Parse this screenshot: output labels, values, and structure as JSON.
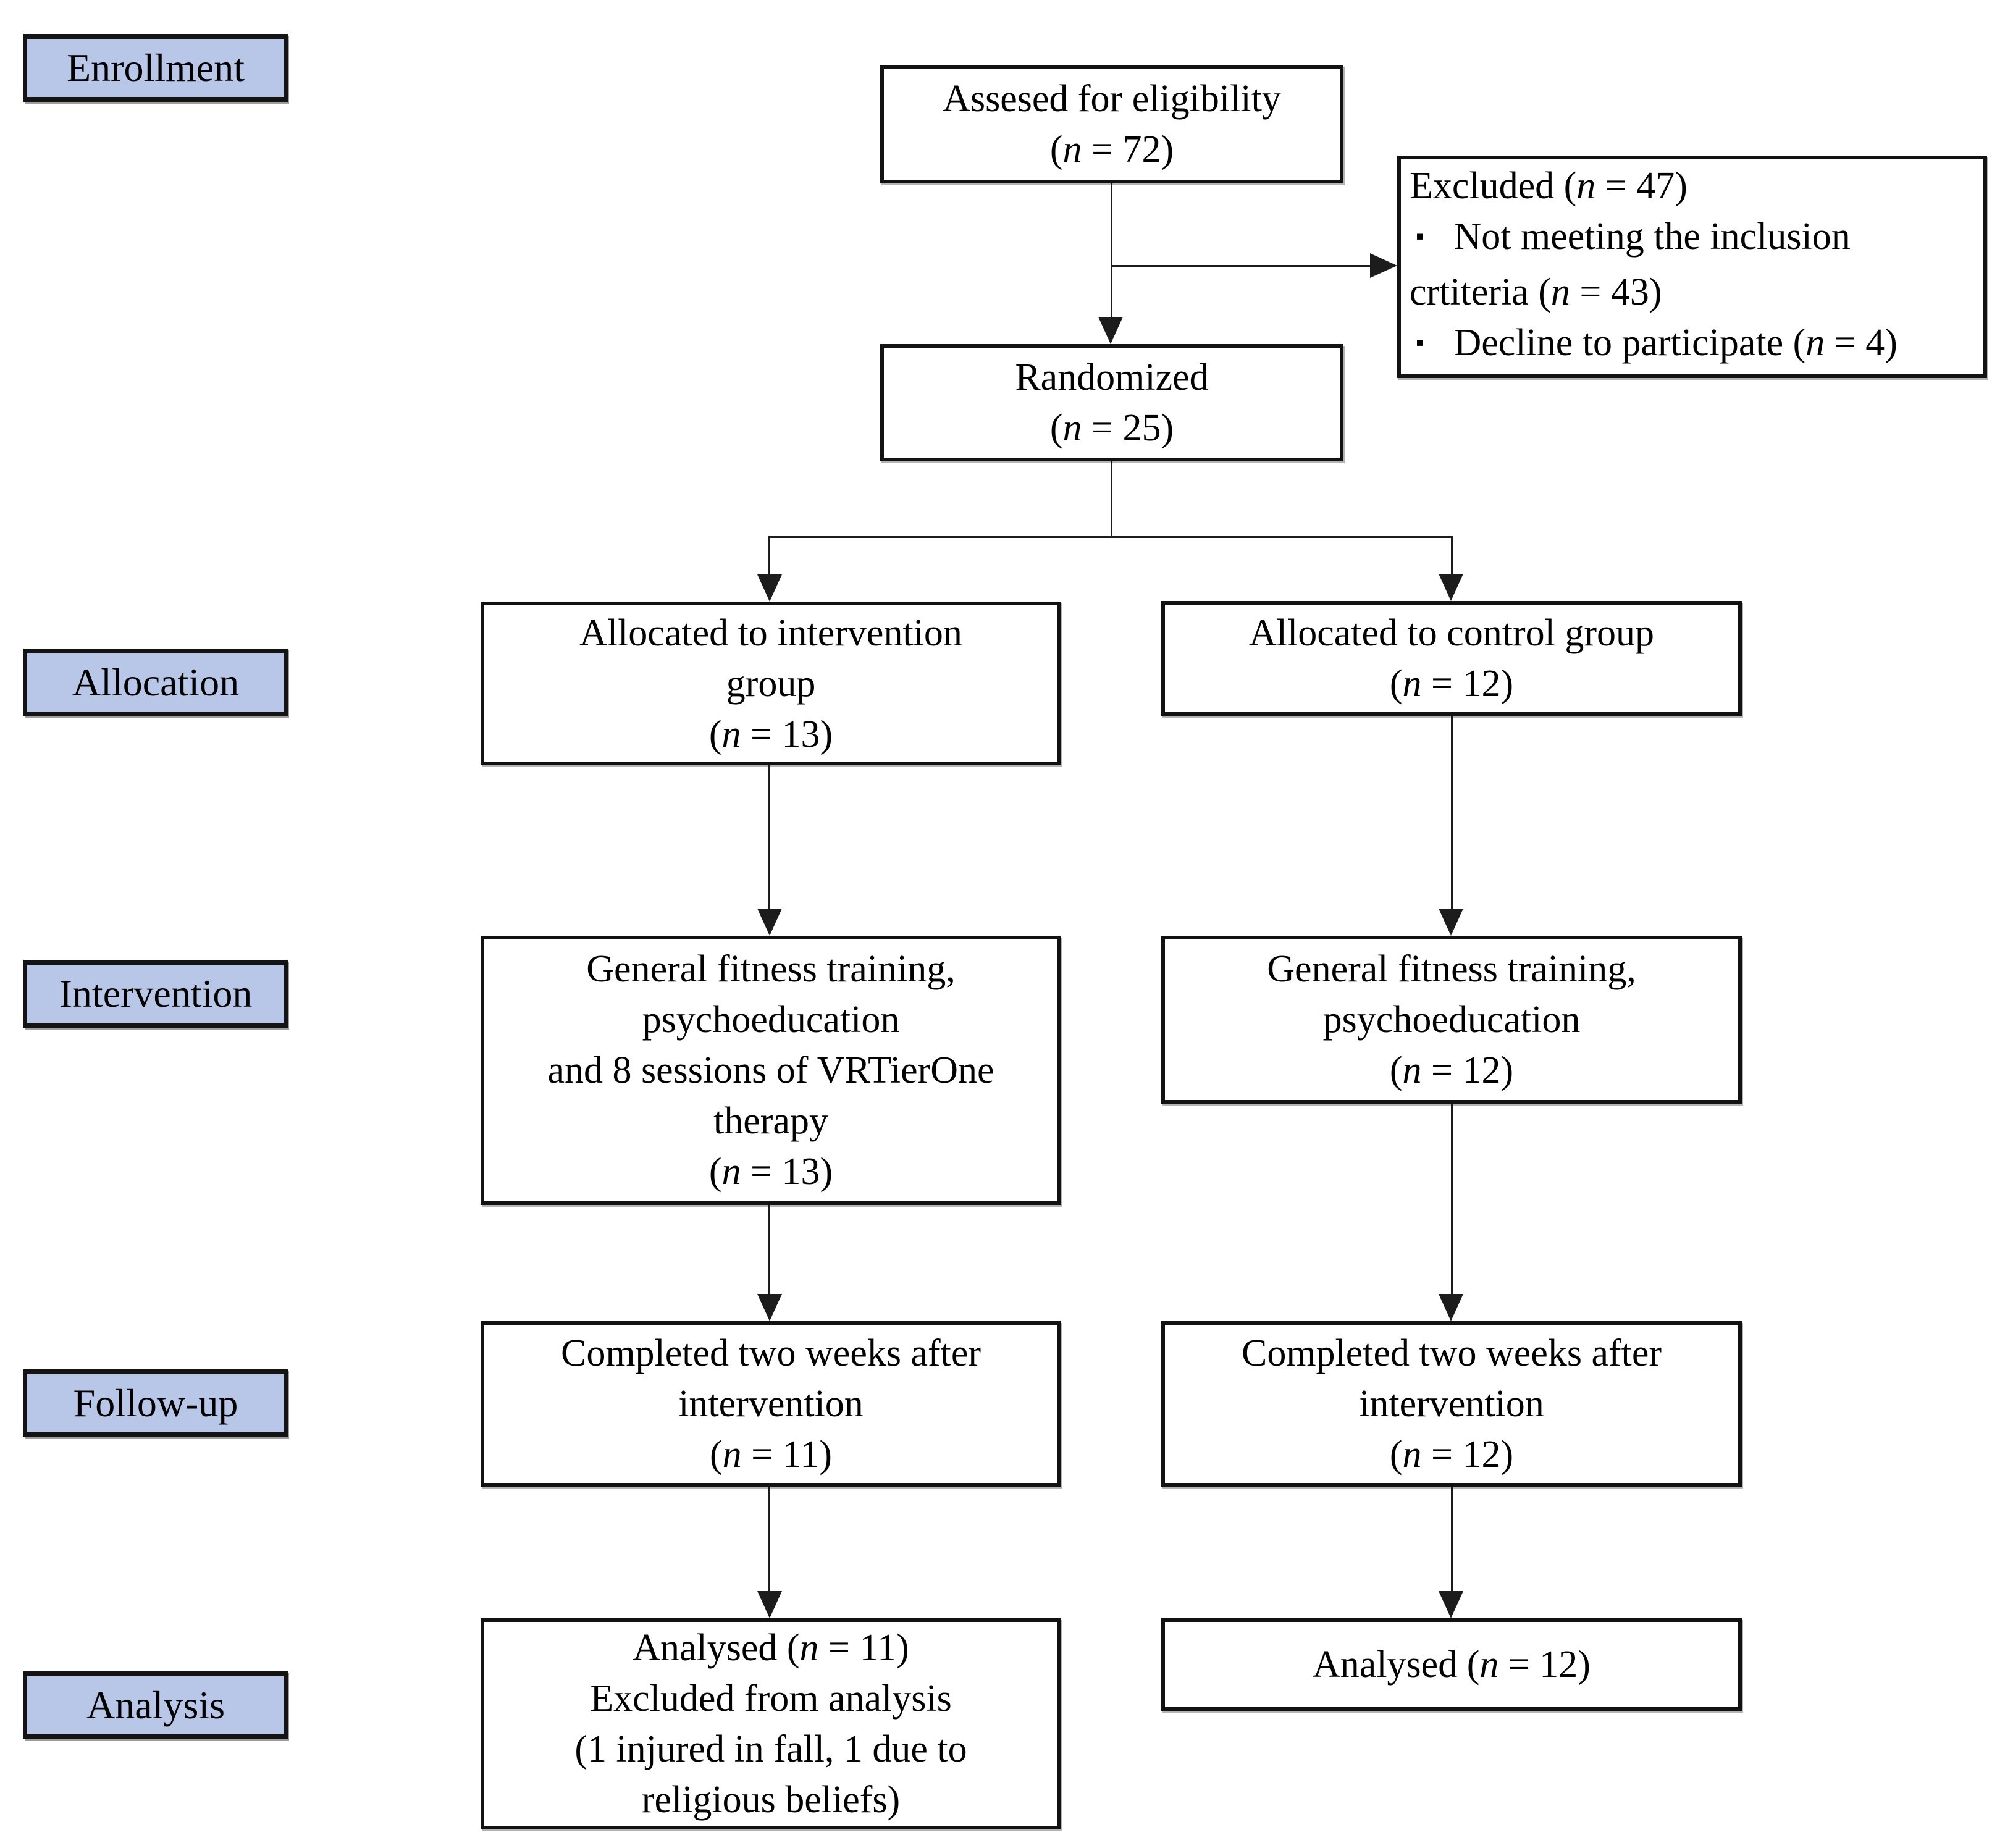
{
  "figure": {
    "type": "consort-flow-diagram",
    "description": "Participant flow: enrollment, allocation, intervention, follow-up, analysis"
  },
  "colors": {
    "stage_label_fill": "#b8c7e8",
    "box_border": "#121212",
    "connector": "#1c1c1c"
  },
  "glyphs": {
    "bullet": "▪"
  },
  "stages": [
    {
      "id": "enrollment",
      "label": "Enrollment"
    },
    {
      "id": "allocation",
      "label": "Allocation"
    },
    {
      "id": "intervention",
      "label": "Intervention"
    },
    {
      "id": "followup",
      "label": "Follow-up"
    },
    {
      "id": "analysis",
      "label": "Analysis"
    }
  ],
  "boxes": [
    {
      "id": "assessed",
      "lines": [
        {
          "segments": [
            {
              "t": "Assesed for eligibility"
            }
          ]
        },
        {
          "segments": [
            {
              "t": "("
            },
            {
              "t": "n",
              "italic": true
            },
            {
              "t": " = 72)"
            }
          ]
        }
      ]
    },
    {
      "id": "excluded",
      "align": "left",
      "lines": [
        {
          "segments": [
            {
              "t": "Excluded ("
            },
            {
              "t": "n",
              "italic": true
            },
            {
              "t": " = 47)"
            }
          ]
        },
        {
          "bullet": true,
          "segments": [
            {
              "t": "Not meeting the inclusion"
            }
          ]
        },
        {
          "segments": [
            {
              "t": "crtiteria ("
            },
            {
              "t": "n",
              "italic": true
            },
            {
              "t": " = 43)"
            }
          ]
        },
        {
          "bullet": true,
          "segments": [
            {
              "t": "Decline to participate ("
            },
            {
              "t": "n",
              "italic": true
            },
            {
              "t": " = 4)"
            }
          ]
        }
      ]
    },
    {
      "id": "randomized",
      "lines": [
        {
          "segments": [
            {
              "t": "Randomized"
            }
          ]
        },
        {
          "segments": [
            {
              "t": "("
            },
            {
              "t": "n",
              "italic": true
            },
            {
              "t": " = 25)"
            }
          ]
        }
      ]
    },
    {
      "id": "alloc_intervention",
      "lines": [
        {
          "segments": [
            {
              "t": "Allocated to intervention"
            }
          ]
        },
        {
          "segments": [
            {
              "t": "group"
            }
          ]
        },
        {
          "segments": [
            {
              "t": "("
            },
            {
              "t": "n",
              "italic": true
            },
            {
              "t": " = 13)"
            }
          ]
        }
      ]
    },
    {
      "id": "alloc_control",
      "lines": [
        {
          "segments": [
            {
              "t": "Allocated to control group"
            }
          ]
        },
        {
          "segments": [
            {
              "t": "("
            },
            {
              "t": "n",
              "italic": true
            },
            {
              "t": " = 12)"
            }
          ]
        }
      ]
    },
    {
      "id": "interv_intervention",
      "lines": [
        {
          "segments": [
            {
              "t": "General fitness training,"
            }
          ]
        },
        {
          "segments": [
            {
              "t": "psychoeducation"
            }
          ]
        },
        {
          "segments": [
            {
              "t": "and 8 sessions of VRTierOne"
            }
          ]
        },
        {
          "segments": [
            {
              "t": "therapy"
            }
          ]
        },
        {
          "segments": [
            {
              "t": "("
            },
            {
              "t": "n",
              "italic": true
            },
            {
              "t": " = 13)"
            }
          ]
        }
      ]
    },
    {
      "id": "interv_control",
      "lines": [
        {
          "segments": [
            {
              "t": "General fitness training,"
            }
          ]
        },
        {
          "segments": [
            {
              "t": "psychoeducation"
            }
          ]
        },
        {
          "segments": [
            {
              "t": "("
            },
            {
              "t": "n",
              "italic": true
            },
            {
              "t": " = 12)"
            }
          ]
        }
      ]
    },
    {
      "id": "follow_intervention",
      "lines": [
        {
          "segments": [
            {
              "t": "Completed two weeks after"
            }
          ]
        },
        {
          "segments": [
            {
              "t": "intervention"
            }
          ]
        },
        {
          "segments": [
            {
              "t": "("
            },
            {
              "t": "n",
              "italic": true
            },
            {
              "t": " = 11)"
            }
          ]
        }
      ]
    },
    {
      "id": "follow_control",
      "lines": [
        {
          "segments": [
            {
              "t": "Completed two weeks after"
            }
          ]
        },
        {
          "segments": [
            {
              "t": "intervention"
            }
          ]
        },
        {
          "segments": [
            {
              "t": "("
            },
            {
              "t": "n",
              "italic": true
            },
            {
              "t": " = 12)"
            }
          ]
        }
      ]
    },
    {
      "id": "analysis_intervention",
      "lines": [
        {
          "segments": [
            {
              "t": "Analysed ("
            },
            {
              "t": "n",
              "italic": true
            },
            {
              "t": " = 11)"
            }
          ]
        },
        {
          "segments": [
            {
              "t": "Excluded from analysis"
            }
          ]
        },
        {
          "segments": [
            {
              "t": "(1 injured in fall, 1 due to"
            }
          ]
        },
        {
          "segments": [
            {
              "t": "religious beliefs)"
            }
          ]
        }
      ]
    },
    {
      "id": "analysis_control",
      "lines": [
        {
          "segments": [
            {
              "t": "Analysed ("
            },
            {
              "t": "n",
              "italic": true
            },
            {
              "t": " = 12)"
            }
          ]
        }
      ]
    }
  ]
}
